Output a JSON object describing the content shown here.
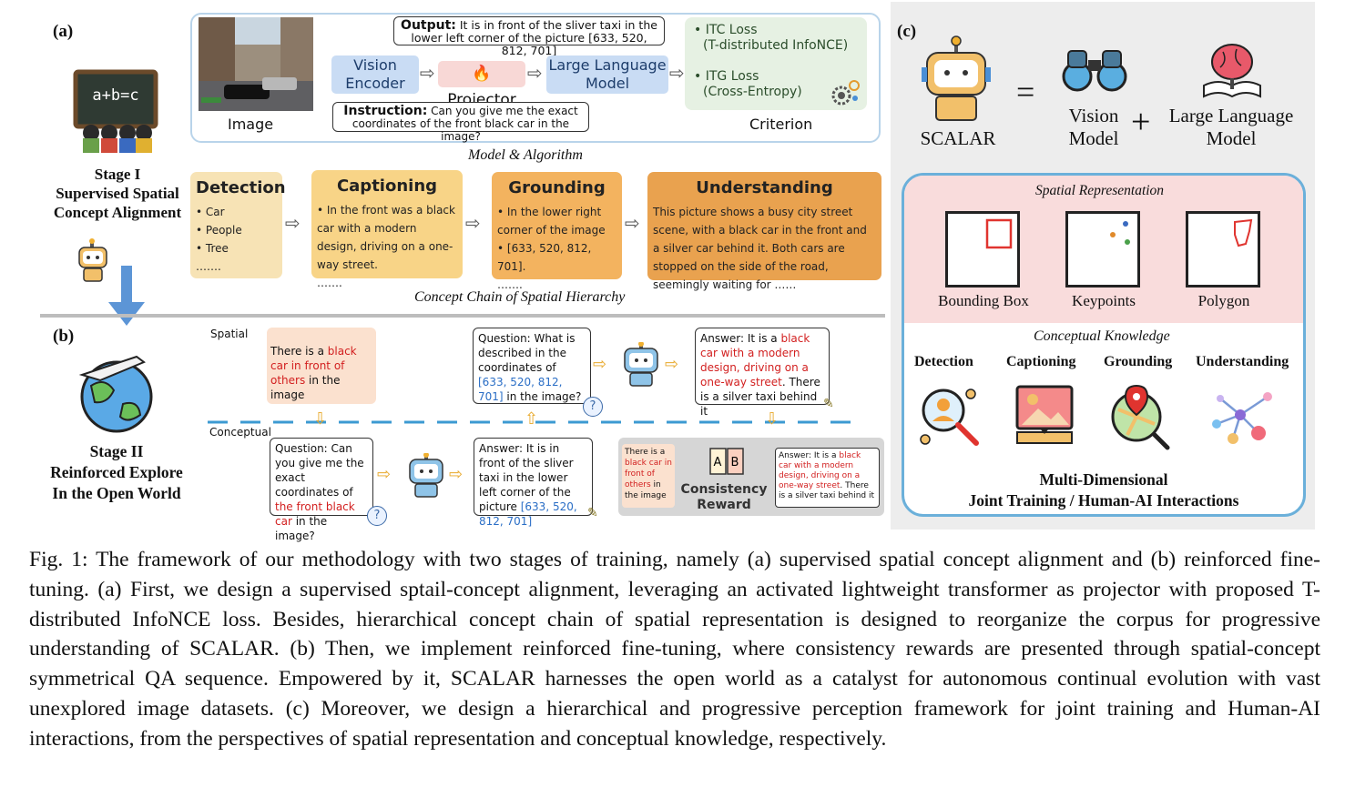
{
  "panel_a": {
    "label": "(a)",
    "stage_title": "Stage I\nSupervised Spatial\nConcept Alignment",
    "chalkboard_text": "a+b=c",
    "model": {
      "output_prefix": "Output:",
      "output_text": "It is in front of the sliver taxi in the lower left corner of the picture [633, 520, 812, 701]",
      "vision_encoder": "Vision\nEncoder",
      "projector": "Projector",
      "llm": "Large Language\nModel",
      "instruction_prefix": "Instruction:",
      "instruction_text": "Can you give me the exact coordinates of the front black car in the image?",
      "image_label": "Image",
      "itc_loss": "ITC Loss",
      "itc_detail": "(T-distributed InfoNCE)",
      "itg_loss": "ITG Loss",
      "itg_detail": "(Cross-Entropy)",
      "criterion_label": "Criterion",
      "caption": "Model & Algorithm"
    },
    "chain": {
      "caption": "Concept Chain of Spatial Hierarchy",
      "detection": {
        "title": "Detection",
        "items": [
          "• Car",
          "• People",
          "• Tree",
          "……."
        ]
      },
      "captioning": {
        "title": "Captioning",
        "text": "• In the front was a black car with a modern design, driving on a one-way street.",
        "more": "……."
      },
      "grounding": {
        "title": "Grounding",
        "text": "• In the lower right corner of the image",
        "coords": "• [633, 520, 812, 701].",
        "more": "……."
      },
      "understanding": {
        "title": "Understanding",
        "text": "This picture shows a busy city street scene, with a black car in the front and a silver car behind it. Both cars are stopped on the side of the road, seemingly waiting for ……"
      }
    }
  },
  "panel_b": {
    "label": "(b)",
    "stage_title": "Stage II\nReinforced Explore\nIn the Open World",
    "spatial_label": "Spatial",
    "conceptual_label": "Conceptual",
    "desc_pre": "There is a ",
    "desc_red": "black car in front of others",
    "desc_post": " in the image",
    "q_spatial_pre": "Question: What is described in the coordinates of ",
    "q_spatial_blue": "[633, 520, 812, 701]",
    "q_spatial_post": " in the image?",
    "a_spatial_pre": "Answer: It is a ",
    "a_spatial_red": "black car with a modern design, driving on a one-way  street",
    "a_spatial_post": ". There is a silver taxi behind it",
    "q_concept_pre": "Question: Can you give me the exact coordinates of ",
    "q_concept_red": "the front black car",
    "q_concept_post": " in the image?",
    "a_concept_pre": "Answer: It is in front of the sliver taxi in the lower left corner of the picture ",
    "a_concept_blue": "[633, 520, 812, 701]",
    "reward_left_pre": "There is a ",
    "reward_left_red": "black car in front of others",
    "reward_left_post": " in the image",
    "reward_mid_a": "A",
    "reward_mid_b": "B",
    "reward_label": "Consistency\nReward",
    "reward_right_pre": "Answer: It is a ",
    "reward_right_red": "black car with a modern design, driving on a one-way  street",
    "reward_right_post": ". There is a silver taxi behind it"
  },
  "panel_c": {
    "label": "(c)",
    "scalar": "SCALAR",
    "equals": "=",
    "plus": "+",
    "vision_model": "Vision\nModel",
    "llm": "Large Language\nModel",
    "spatial_title": "Spatial Representation",
    "bbox": "Bounding Box",
    "keypoints": "Keypoints",
    "polygon": "Polygon",
    "conceptual_title": "Conceptual Knowledge",
    "detection": "Detection",
    "captioning": "Captioning",
    "grounding": "Grounding",
    "understanding": "Understanding",
    "footer": "Multi-Dimensional\nJoint Training / Human-AI Interactions"
  },
  "figure_caption": "Fig. 1: The framework of our methodology with two stages of training, namely (a) supervised spatial concept alignment and (b) reinforced fine-tuning. (a) First, we design a supervised sptail-concept alignment, leveraging an activated lightweight transformer as projector with proposed T-distributed InfoNCE loss. Besides, hierarchical concept chain of spatial representation is designed to reorganize the corpus for progressive understanding of SCALAR. (b) Then, we implement reinforced fine-tuning, where consistency rewards are presented through spatial-concept symmetrical QA sequence. Empowered by it, SCALAR harnesses the open world as a catalyst for autonomous continual evolution with vast unexplored image datasets. (c) Moreover, we design a hierarchical and progressive perception framework for joint training and Human-AI interactions, from the perspectives of spatial representation and conceptual knowledge, respectively.",
  "colors": {
    "detection": "#f7e3b5",
    "captioning": "#f8d487",
    "grounding": "#f3b35f",
    "understanding": "#e9a24f",
    "panel_c_bg": "#ededed",
    "spatial_bg": "#f9dcdc",
    "blue_border": "#6bb0da",
    "model_blue": "#c9dcf4",
    "criterion_green": "#e6f1e3"
  }
}
